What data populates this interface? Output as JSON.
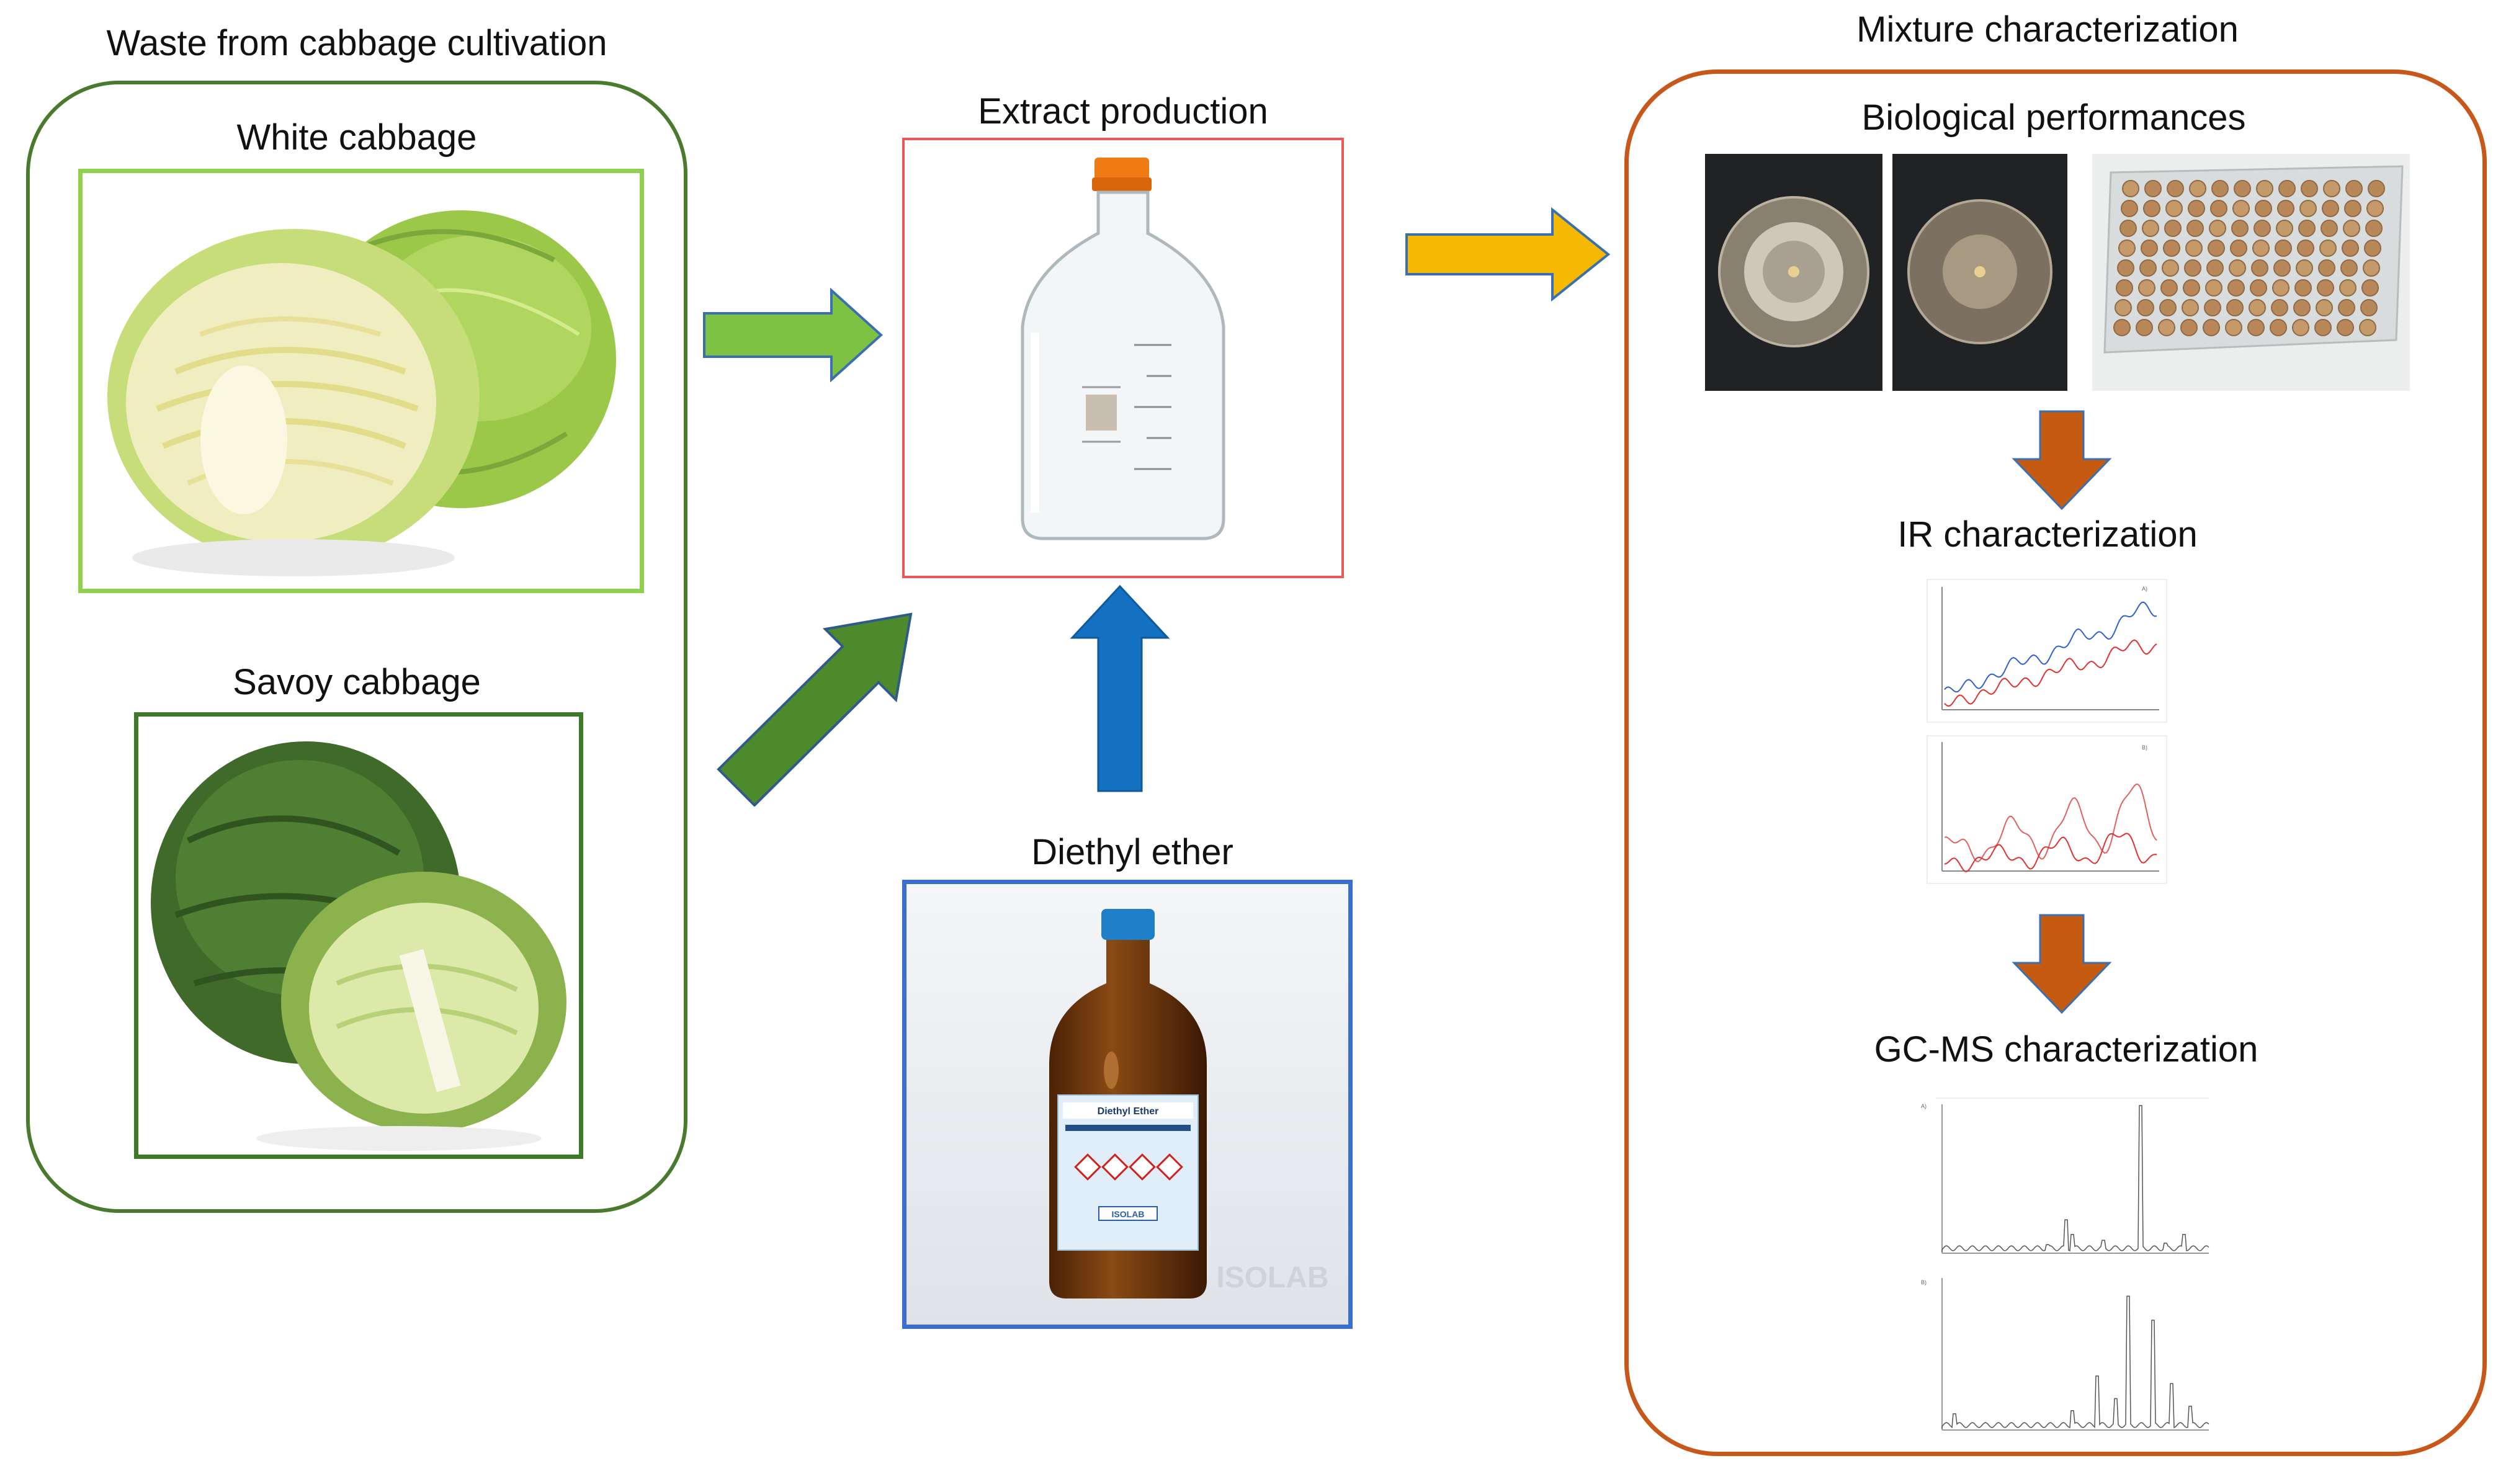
{
  "left_group": {
    "title": "Waste from cabbage cultivation",
    "white_cabbage": "White cabbage",
    "savoy_cabbage": "Savoy cabbage"
  },
  "middle": {
    "extract_production": "Extract production",
    "diethyl_ether": "Diethyl ether",
    "ether_bottle_label": "Diethyl Ether",
    "brand": "ISOLAB"
  },
  "right_group": {
    "title": "Mixture characterization",
    "biological": "Biological performances",
    "ir": "IR characterization",
    "gcms": "GC-MS characterization",
    "ir_panel_a": "A)",
    "ir_panel_b": "B)",
    "gc_panel_a": "A)",
    "gc_panel_b": "B)"
  },
  "colors": {
    "left_frame": "#4a7a2e",
    "white_cabbage_frame": "#8fd14f",
    "savoy_frame": "#3e7a28",
    "extract_frame": "#e85a5a",
    "ether_frame": "#3a6fd0",
    "right_frame": "#c8581a",
    "arrow_light_green": "#7dc243",
    "arrow_dark_green": "#4c8a2c",
    "arrow_blue": "#1470c0",
    "arrow_yellow": "#f6b800",
    "arrow_orange": "#c55a11"
  }
}
